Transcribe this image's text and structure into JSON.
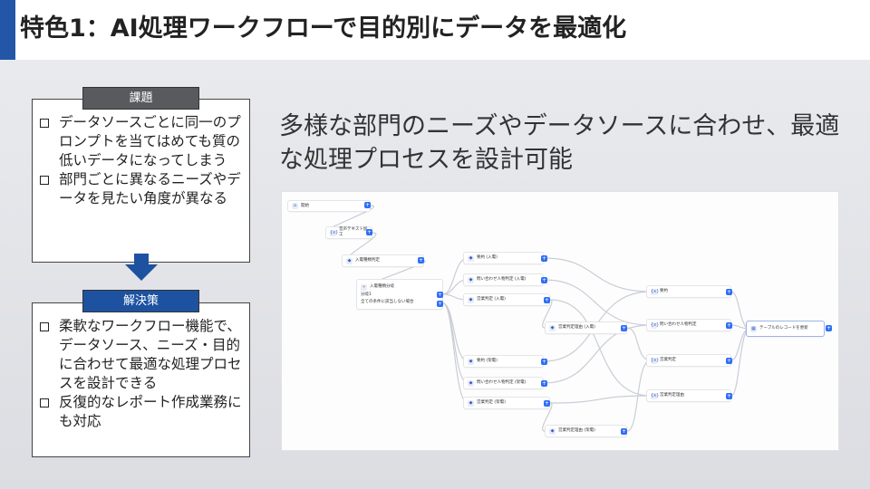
{
  "slide": {
    "title": "特色1：AI処理ワークフローで目的別にデータを最適化"
  },
  "issue": {
    "tag": "課題",
    "items": [
      "データソースごとに同一のプロンプトを当てはめても質の低いデータになってしまう",
      "部門ごとに異なるニーズやデータを見たい角度が異なる"
    ]
  },
  "solution": {
    "tag": "解決策",
    "items": [
      "柔軟なワークフロー機能で、データソース、ニーズ・目的に合わせて最適な処理プロセスを設計できる",
      "反復的なレポート作成業務にも対応"
    ]
  },
  "headline": "多様な部門のニーズやデータソースに合わせ、最適な処理プロセスを設計可能",
  "colors": {
    "accent": "#2356a6",
    "tag_gray": "#585a5e",
    "tag_blue": "#1d52a1",
    "arrow": "#1d52a1",
    "port": "#2f6ef5"
  },
  "workflow": {
    "start": "開始",
    "speech_to_text": "音声テキスト加工",
    "inbound_type": "入電種類判定",
    "branch": {
      "title": "入電種類分岐",
      "case": "分岐1",
      "else": "全ての条件に該当しない場合"
    },
    "inbound_summary": "要約 (入電)",
    "inbound_inquiry": "問い合わせ人物判定 (入電)",
    "inbound_management": "営業判定 (入電)",
    "inbound_management_reason": "営業判定理由 (入電)",
    "outbound_summary": "要約 (架電)",
    "outbound_inquiry": "問い合わせ人物判定 (架電)",
    "outbound_management": "営業判定 (架電)",
    "outbound_management_reason": "営業判定理由 (架電)",
    "var_summary": "要約",
    "var_inquiry": "問い合わせ人物判定",
    "var_management": "営業判定",
    "var_management_reason": "営業判定理由",
    "update_record": "テーブルのレコードを更新",
    "port_symbol": "+",
    "icons": {
      "start": "home-icon",
      "llm": "llm-icon",
      "branch": "branch-icon",
      "variable": "variable-icon",
      "table": "table-icon"
    }
  }
}
